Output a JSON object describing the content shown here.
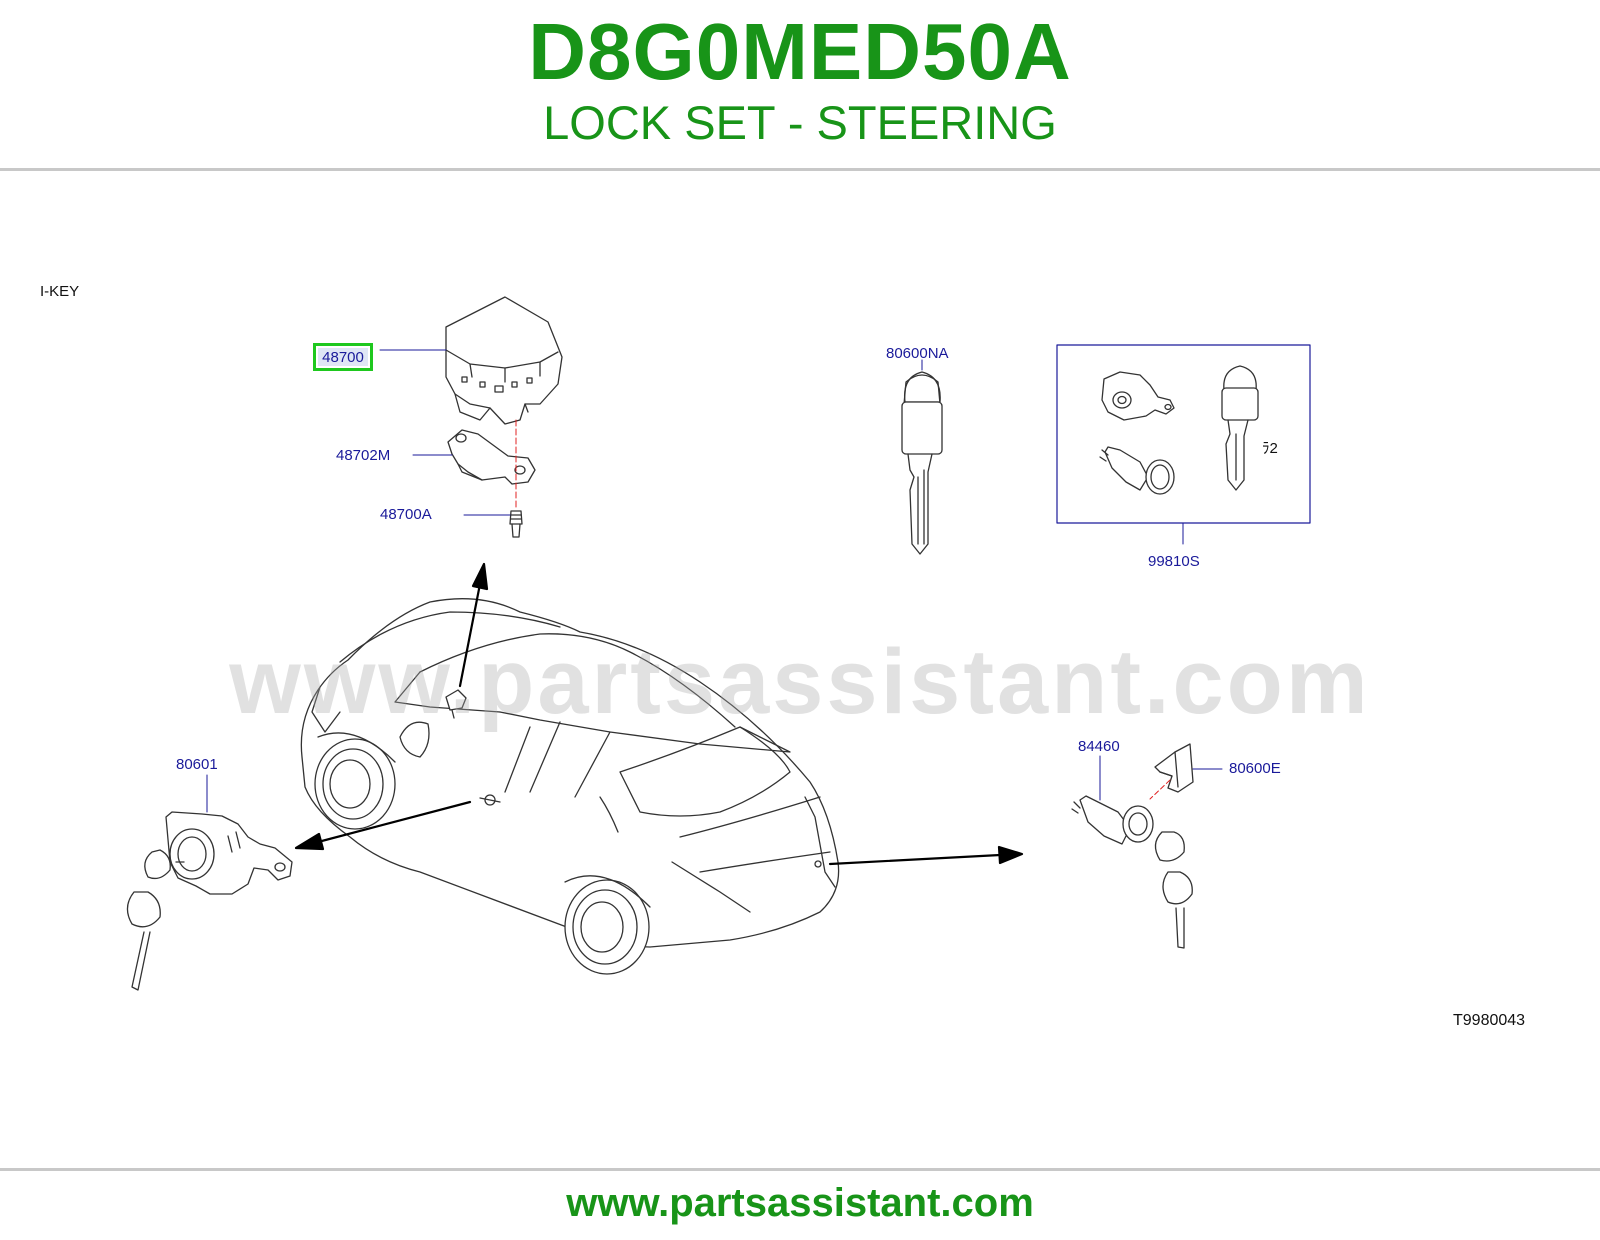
{
  "header": {
    "code": "D8G0MED50A",
    "subtitle": "LOCK SET - STEERING"
  },
  "diagram": {
    "variant_note": "I-KEY",
    "highlighted_part": "48700",
    "parts": [
      {
        "id": "48702M",
        "label": "48702M"
      },
      {
        "id": "48700A",
        "label": "48700A"
      },
      {
        "id": "80600NA",
        "label": "80600NA"
      },
      {
        "id": "99810S",
        "label": "99810S"
      },
      {
        "id": "kit-key-note",
        "label": "ﾗ2"
      },
      {
        "id": "80601",
        "label": "80601"
      },
      {
        "id": "84460",
        "label": "84460"
      },
      {
        "id": "80600E",
        "label": "80600E"
      }
    ],
    "figure_code": "T9980043",
    "watermark": "www.partsassistant.com"
  },
  "footer": {
    "url": "www.partsassistant.com"
  }
}
